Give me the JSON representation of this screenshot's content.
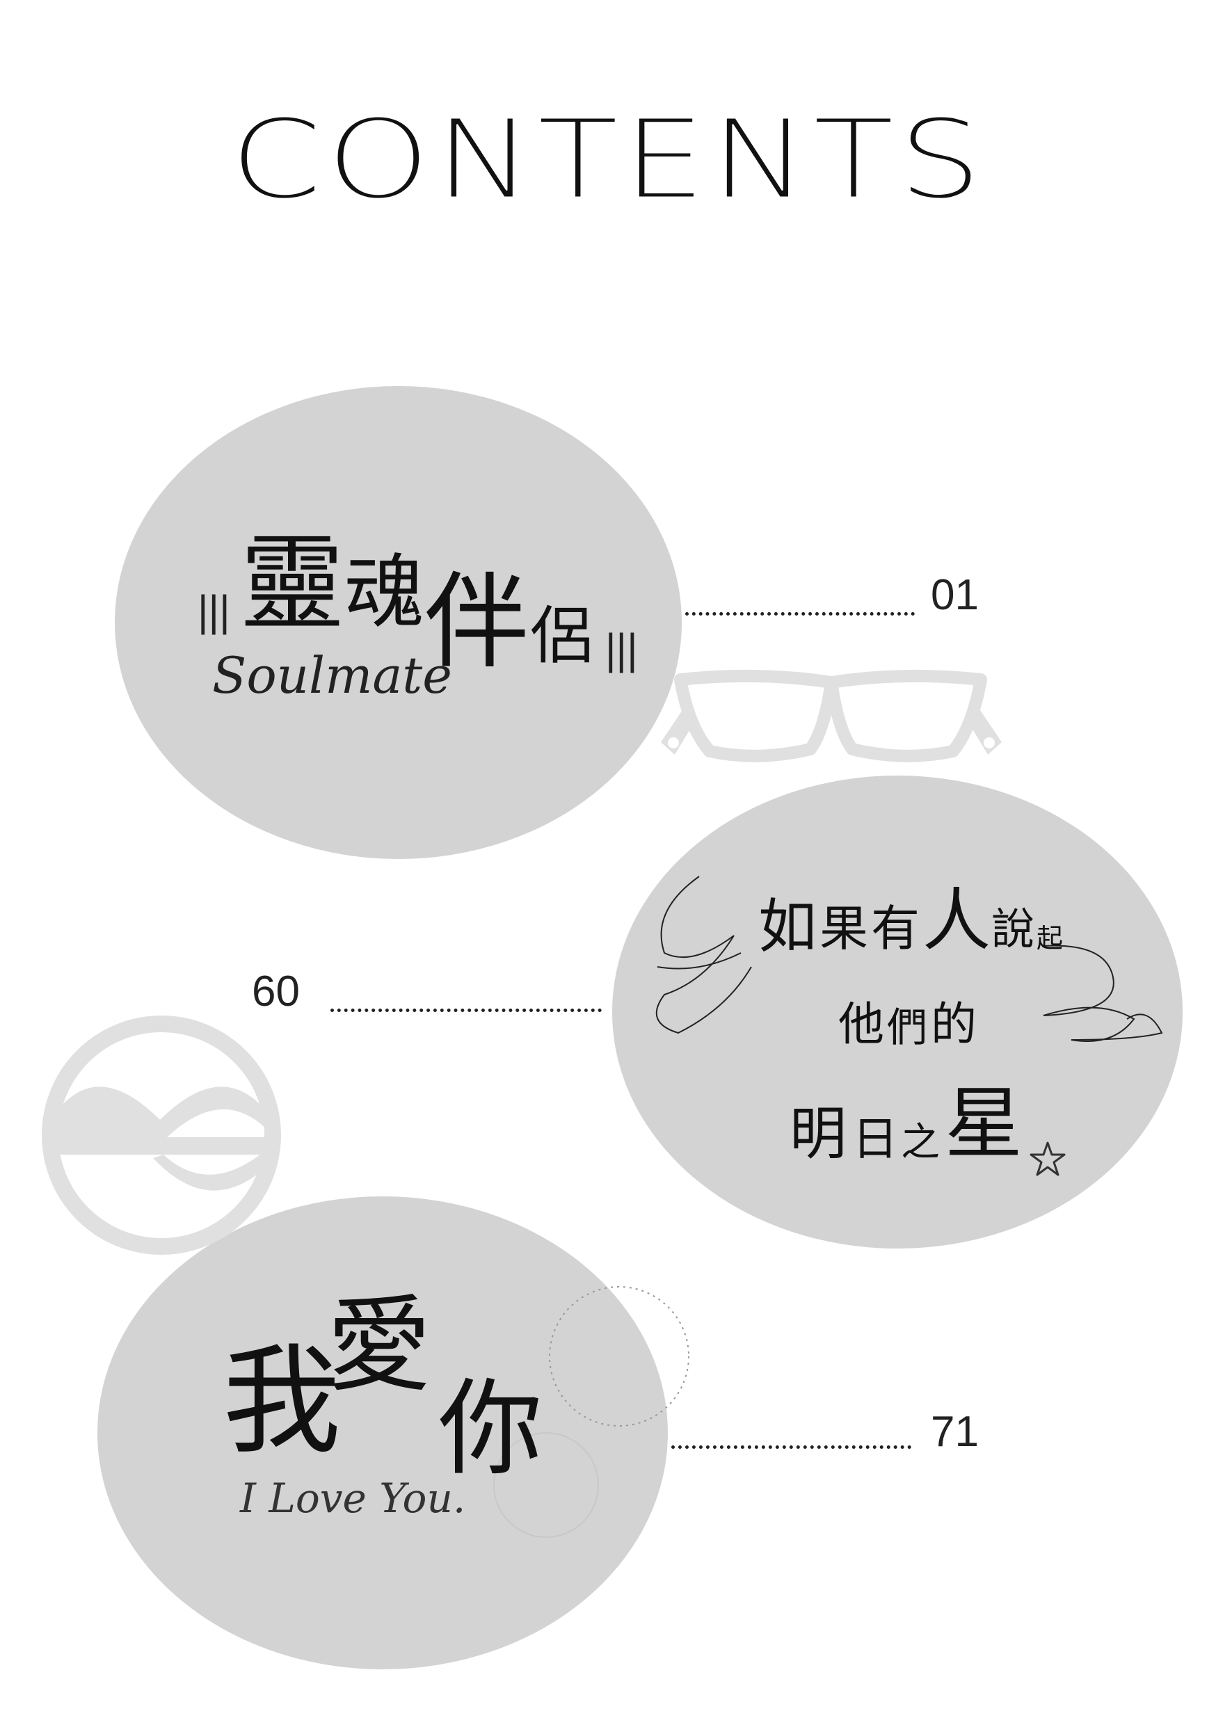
{
  "page": {
    "title": "CONTENTS"
  },
  "entries": [
    {
      "title_chars": [
        "靈",
        "魂",
        "伴",
        "侶"
      ],
      "subtitle": "Soulmate",
      "decor_bars": "|||",
      "page_number": "01"
    },
    {
      "title_lines": [
        [
          "如",
          "果",
          "有",
          "人",
          "說",
          "起"
        ],
        [
          "他",
          "們",
          "的"
        ],
        [
          "明",
          "日",
          "之",
          "星"
        ]
      ],
      "page_number": "60",
      "star_icon": "star-outline-icon"
    },
    {
      "title_chars": [
        "我",
        "愛",
        "你"
      ],
      "subtitle": "I Love You.",
      "page_number": "71"
    }
  ],
  "decorations": {
    "glasses": "glasses-icon",
    "logo": "kingsman-k-logo",
    "circles": "dotted-circle-icon",
    "swirl": "swirl-flourish-icon"
  },
  "colors": {
    "blob_fill": "#d3d3d3",
    "deco_fill": "#e0e0e0",
    "text": "#111111"
  }
}
